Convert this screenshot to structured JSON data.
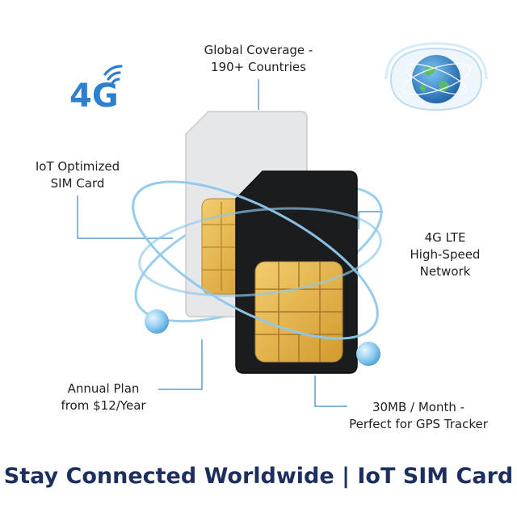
{
  "badge": {
    "label": "4G"
  },
  "callouts": {
    "coverage": {
      "line1": "Global Coverage -",
      "line2": "190+ Countries"
    },
    "iot": {
      "line1": "IoT Optimized",
      "line2": "SIM Card"
    },
    "network": {
      "line1": "4G LTE",
      "line2": "High-Speed",
      "line3": "Network"
    },
    "plan": {
      "line1": "Annual Plan",
      "line2": "from $12/Year"
    },
    "data": {
      "line1": "30MB / Month -",
      "line2": "Perfect for GPS Tracker"
    }
  },
  "headline": "Stay Connected Worldwide | IoT SIM Card",
  "colors": {
    "headline": "#1c2f5e",
    "badge": "#2f7fd0",
    "orbit": "#8ec9ec",
    "chip": "#e3b24a",
    "sim_dark": "#1b1c1e",
    "sim_light": "#e6e7e9",
    "leader": "#3d86c0"
  }
}
